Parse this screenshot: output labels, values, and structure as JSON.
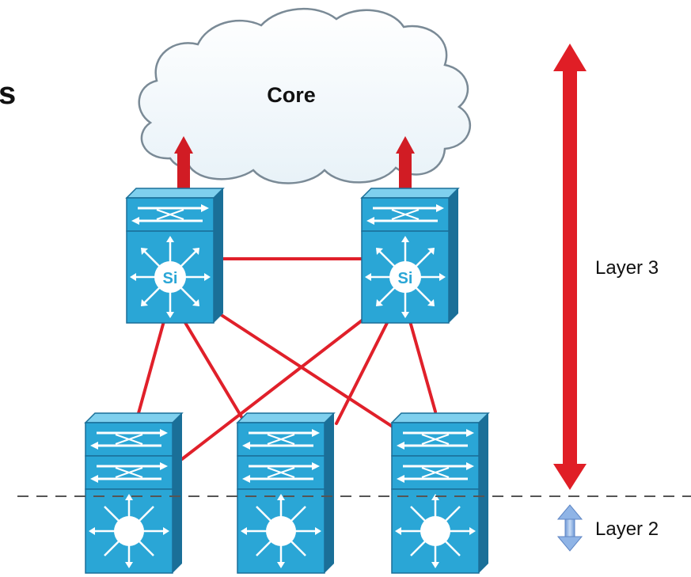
{
  "diagram": {
    "cut_off_text": "s",
    "cloud_label": "Core",
    "layer3_label": "Layer 3",
    "layer2_label": "Layer 2",
    "router_badge": "Si",
    "router_badge_2": "Si"
  },
  "colors": {
    "switch_fill": "#2aa6d6",
    "switch_dark": "#1a6f98",
    "switch_light": "#7fd0ee",
    "link": "#e0202a",
    "uplink_arrow": "#d11c24",
    "layer3_arrow": "#e01e26",
    "layer2_arrow": "#8fb4e6",
    "cloud_stroke": "#7a8a96",
    "boundary_line": "#555555"
  }
}
